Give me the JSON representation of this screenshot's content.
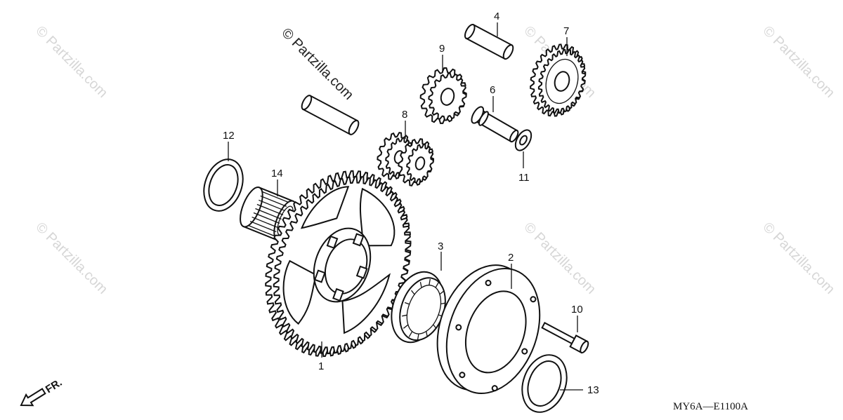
{
  "callouts": {
    "p1": "1",
    "p2": "2",
    "p3": "3",
    "p4": "4",
    "p6": "6",
    "p7": "7",
    "p8": "8",
    "p9": "9",
    "p10": "10",
    "p11": "11",
    "p12": "12",
    "p13": "13",
    "p14": "14"
  },
  "diagram_code": "MY6A—E1100A",
  "direction_label": "FR.",
  "watermark": "© Partzilla.com"
}
